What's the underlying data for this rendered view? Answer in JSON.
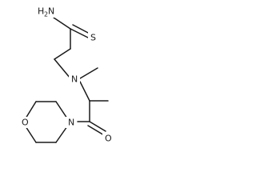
{
  "molecule": {
    "atoms": {
      "amide_n": "H",
      "amide_n_count": "2",
      "amide_n_symbol": "N",
      "thione_s": "S",
      "amine_n": "N",
      "morpholine_n": "N",
      "morpholine_o": "O",
      "carbonyl_o": "O"
    }
  }
}
